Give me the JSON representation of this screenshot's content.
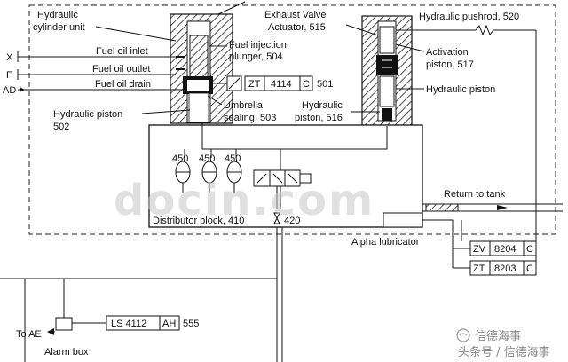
{
  "labels": {
    "hydraulic_cylinder_unit": [
      "Hydraulic",
      "cylinder unit"
    ],
    "x_port": "X",
    "f_port": "F",
    "ad_port": "AD",
    "fuel_oil_inlet": "Fuel oil inlet",
    "fuel_oil_outlet": "Fuel oil outlet",
    "fuel_oil_drain": "Fuel oil drain",
    "fuel_injection_plunger": [
      "Fuel injection",
      "plunger, 504"
    ],
    "zt_sensor_4114": {
      "type": "ZT",
      "number": "4114",
      "suffix": "C",
      "ref": "501"
    },
    "hydraulic_piston_502": [
      "Hydraulic piston",
      "502"
    ],
    "umbrella_sealing": [
      "Umbrella",
      "sealing, 503"
    ],
    "hydraulic_piston_516": [
      "Hydraulic",
      "piston, 516"
    ],
    "exhaust_valve_actuator": [
      "Exhaust Valve",
      "Actuator, 515"
    ],
    "hydraulic_pushrod": "Hydraulic pushrod, 520",
    "activation_piston": [
      "Activation",
      "piston, 517"
    ],
    "hydraulic_piston_right": "Hydraulic piston",
    "accumulators": [
      "450",
      "450",
      "450"
    ],
    "return_to_tank": "Return to tank",
    "distributor_block": "Distributor block, 410",
    "valve_420": "420",
    "alpha_lubricator": "Alpha lubricator",
    "zv_sensor_8204": {
      "type": "ZV",
      "number": "8204",
      "suffix": "C"
    },
    "zt_sensor_8203": {
      "type": "ZT",
      "number": "8203",
      "suffix": "C"
    },
    "to_ae": "To AE",
    "alarm_box": "Alarm box",
    "ls_switch_4112": {
      "type": "LS",
      "number": "4112",
      "suffix": "AH",
      "ref": "555"
    }
  },
  "watermark": "docin.com",
  "credit": "头条号 / 信德海事",
  "credit_logo": "信德海事"
}
